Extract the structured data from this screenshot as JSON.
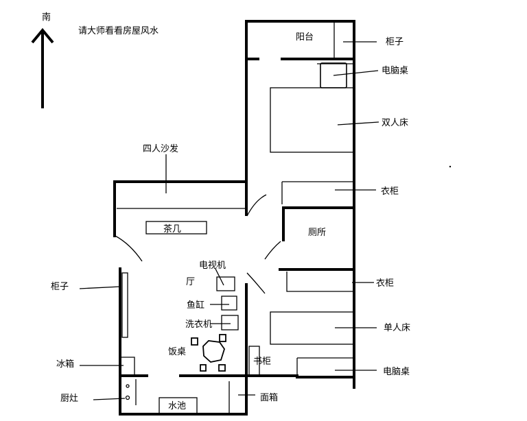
{
  "title": "请大师看看房屋风水",
  "north_label": "南",
  "rooms": {
    "balcony": "阳台",
    "toilet": "厕所",
    "hall": "厅"
  },
  "furniture": {
    "cabinet_top": "柜子",
    "desk_top": "电脑桌",
    "double_bed": "双人床",
    "wardrobe_top": "衣柜",
    "sofa": "四人沙发",
    "tea_table": "茶几",
    "tv": "电视机",
    "wardrobe_mid": "衣柜",
    "cabinet_left": "柜子",
    "fish_tank": "鱼缸",
    "washer": "洗衣机",
    "single_bed": "单人床",
    "dining_table": "饭桌",
    "bookcase": "书柜",
    "fridge": "冰箱",
    "desk_bottom": "电脑桌",
    "stove": "厨灶",
    "sink": "水池",
    "noodle_box": "面箱"
  }
}
